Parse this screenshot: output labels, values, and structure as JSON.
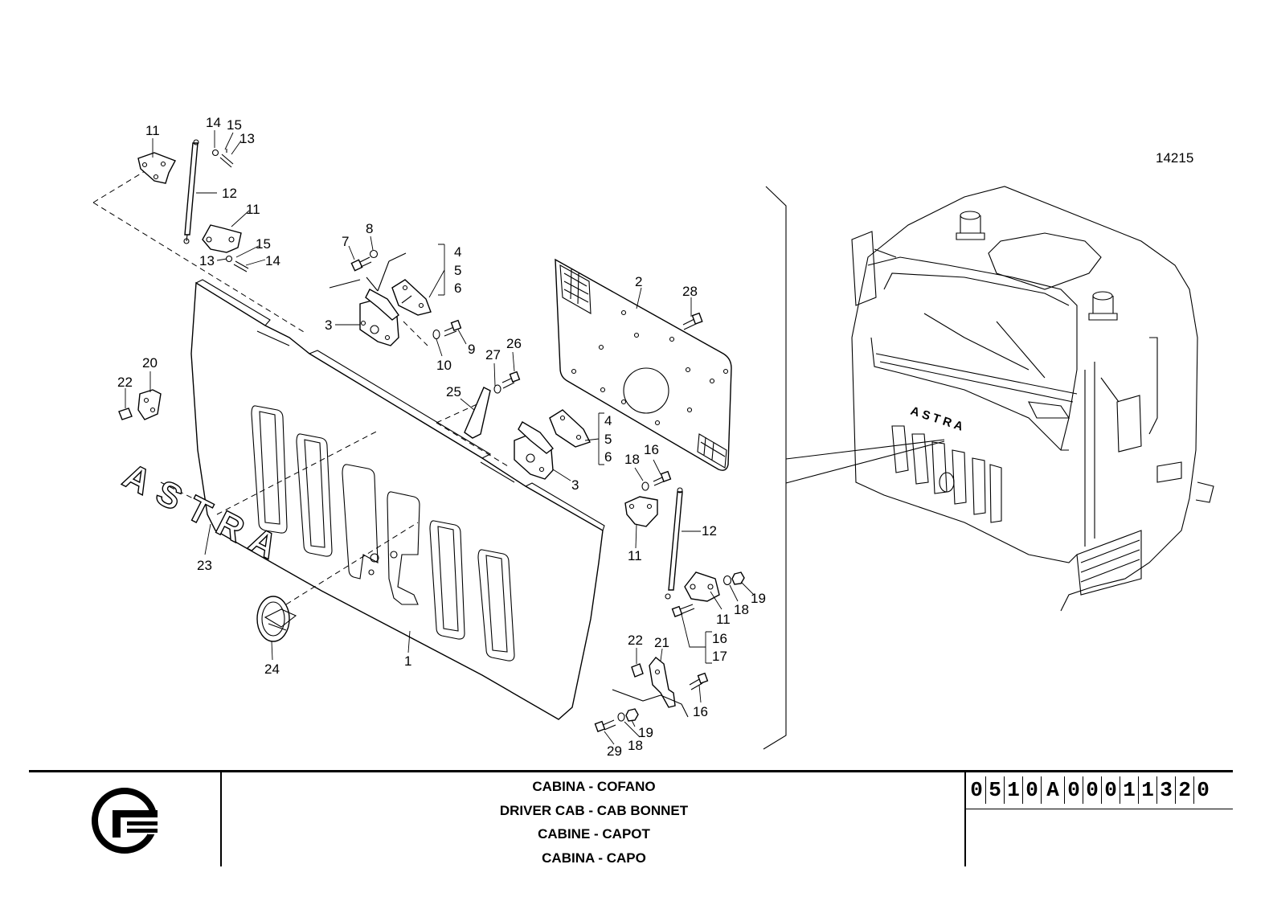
{
  "drawing_number": "14215",
  "callouts": {
    "c1": "1",
    "c2": "2",
    "c3a": "3",
    "c3b": "3",
    "c4a": "4",
    "c5a": "5",
    "c6a": "6",
    "c4b": "4",
    "c5b": "5",
    "c6b": "6",
    "c7": "7",
    "c8": "8",
    "c9": "9",
    "c10": "10",
    "c11a": "11",
    "c11b": "11",
    "c11c": "11",
    "c11d": "11",
    "c12a": "12",
    "c12b": "12",
    "c13a": "13",
    "c13b": "13",
    "c14a": "14",
    "c14b": "14",
    "c15a": "15",
    "c15b": "15",
    "c16a": "16",
    "c16b": "16",
    "c16c": "16",
    "c17": "17",
    "c18a": "18",
    "c18b": "18",
    "c18c": "18",
    "c19a": "19",
    "c19b": "19",
    "c20": "20",
    "c21": "21",
    "c22a": "22",
    "c22b": "22",
    "c23": "23",
    "c24": "24",
    "c25": "25",
    "c26": "26",
    "c27": "27",
    "c28": "28",
    "c29": "29"
  },
  "title_block": {
    "titles": [
      "CABINA - COFANO",
      "DRIVER CAB - CAB BONNET",
      "CABINE - CAPOT",
      "CABINA - CAPO"
    ],
    "code_chars": [
      "0",
      "5",
      "1",
      "0",
      "A",
      "0",
      "0",
      "0",
      "1",
      "1",
      "3",
      "2",
      "0"
    ]
  },
  "logo_icon": "astra-logo-icon",
  "badge_text": "ASTRA"
}
